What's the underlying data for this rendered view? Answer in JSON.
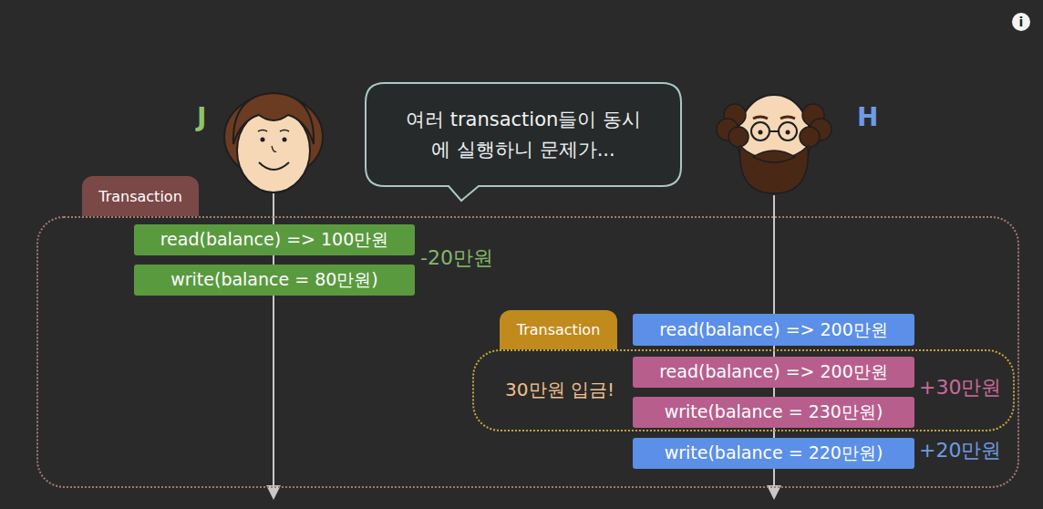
{
  "diagram": {
    "nodes": [
      {
        "text": [
          "여러 transaction들이 동시에 실행하니 문제가..."
        ]
      },
      {
        "text": [
          "Transaction"
        ]
      },
      {
        "text": [
          "read(balance) => 100만원"
        ],
        "in": 1
      },
      {
        "text": [
          "write(balance = 80만원)"
        ],
        "in": 1
      },
      {
        "text": [
          "read(balance) => 200만원"
        ],
        "in": 1
      },
      {
        "text": [
          "Transaction",
          "30만원 입금!"
        ],
        "in": 1
      },
      {
        "text": [
          "read(balance) => 200만원"
        ],
        "in": 5
      },
      {
        "text": [
          "write(balance = 230만원)"
        ],
        "in": 5
      },
      {
        "text": [
          "write(balance = 220만원)"
        ],
        "in": 1
      }
    ],
    "labels": [
      "J",
      "H",
      "-20만원",
      "+30만원",
      "+20만원",
      "i"
    ]
  }
}
